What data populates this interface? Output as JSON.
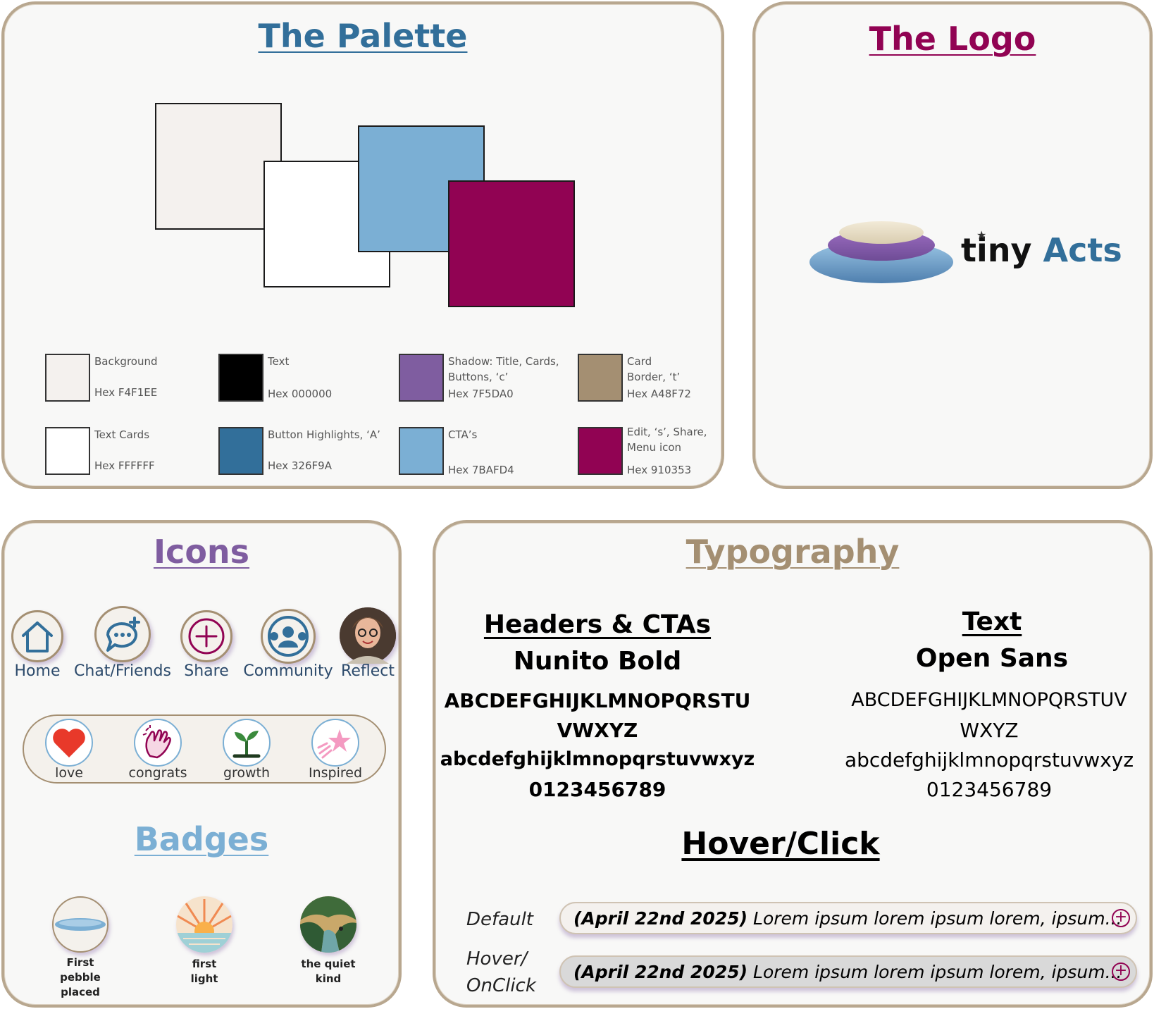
{
  "colors": {
    "background": "#F4F1EE",
    "text": "#000000",
    "shadow": "#7F5DA0",
    "card_border": "#A48F72",
    "text_cards": "#FFFFFF",
    "button_highlights": "#326F9A",
    "ctas": "#7BAFD4",
    "edit_share": "#910353"
  },
  "palette": {
    "title": "The Palette",
    "swatches": [
      {
        "name": "Background",
        "hex": "Hex F4F1EE",
        "color": "#F4F1EE"
      },
      {
        "name": "Text",
        "hex": "Hex 000000",
        "color": "#000000"
      },
      {
        "name": "Shadow: Title, Cards, Buttons, ‘c’",
        "hex": "Hex 7F5DA0",
        "color": "#7F5DA0"
      },
      {
        "name": "Card Border, ‘t’",
        "hex": "Hex A48F72",
        "color": "#A48F72"
      },
      {
        "name": "Text Cards",
        "hex": "Hex FFFFFF",
        "color": "#FFFFFF"
      },
      {
        "name": "Button Highlights, ‘A’",
        "hex": "Hex 326F9A",
        "color": "#326F9A"
      },
      {
        "name": "CTA’s",
        "hex": "Hex 7BAFD4",
        "color": "#7BAFD4"
      },
      {
        "name": "Edit, ‘s’, Share, Menu icon",
        "hex": "Hex 910353",
        "color": "#910353"
      }
    ]
  },
  "logo": {
    "title": "The Logo",
    "word_tiny": "tiny",
    "word_acts": "Acts"
  },
  "icons": {
    "title": "Icons",
    "nav": [
      {
        "label": "Home",
        "icon": "home-icon"
      },
      {
        "label": "Chat/Friends",
        "icon": "chat-icon"
      },
      {
        "label": "Share",
        "icon": "plus-circle-icon"
      },
      {
        "label": "Community",
        "icon": "community-icon"
      },
      {
        "label": "Reflect",
        "icon": "profile-avatar-icon"
      }
    ],
    "reactions": [
      {
        "label": "love",
        "icon": "heart-icon"
      },
      {
        "label": "congrats",
        "icon": "clapping-hands-icon"
      },
      {
        "label": "growth",
        "icon": "sprout-icon"
      },
      {
        "label": "Inspired",
        "icon": "shooting-star-icon"
      }
    ]
  },
  "badges": {
    "title": "Badges",
    "items": [
      {
        "label_lines": [
          "First",
          "pebble",
          "placed"
        ],
        "icon": "pebble-badge-icon"
      },
      {
        "label_lines": [
          "first",
          "light"
        ],
        "icon": "sunrise-badge-icon"
      },
      {
        "label_lines": [
          "the quiet",
          "kind"
        ],
        "icon": "forest-badge-icon"
      }
    ]
  },
  "typography": {
    "title": "Typography",
    "headers": {
      "heading": "Headers & CTAs",
      "font": "Nunito Bold",
      "upper_line1": "ABCDEFGHIJKLMNOPQRSTU",
      "upper_line2": "VWXYZ",
      "lower": "abcdefghijklmnopqrstuvwxyz",
      "digits": "0123456789"
    },
    "text": {
      "heading": "Text",
      "font": "Open Sans",
      "upper_line1": "ABCDEFGHIJKLMNOPQRSTUV",
      "upper_line2": "WXYZ",
      "lower": "abcdefghijklmnopqrstuvwxyz",
      "digits": "0123456789"
    },
    "hover": {
      "title": "Hover/Click",
      "default_label": "Default",
      "hover_label_line1": "Hover/",
      "hover_label_line2": "OnClick",
      "entry_date": "(April 22nd 2025)",
      "entry_text": "Lorem ipsum lorem ipsum lorem, ipsum..."
    }
  }
}
